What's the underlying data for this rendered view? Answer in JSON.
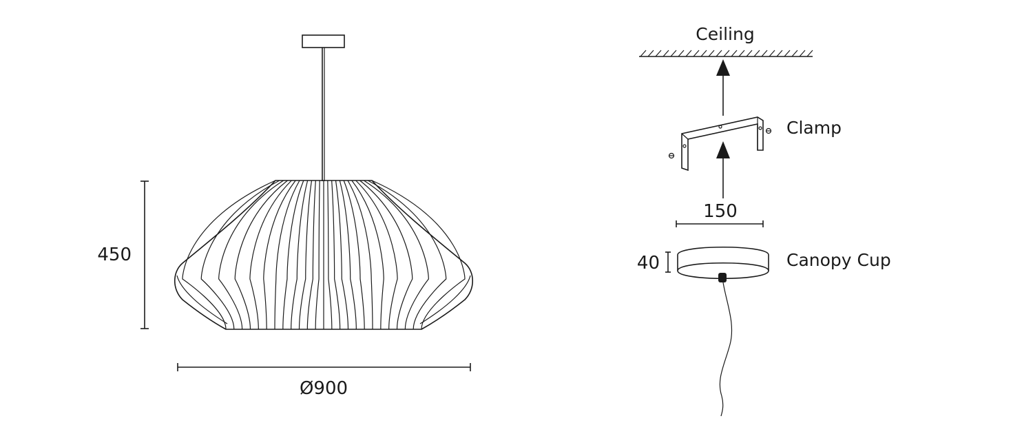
{
  "lamp": {
    "height_label": "450",
    "diameter_label": "Ø900"
  },
  "mounting": {
    "ceiling_label": "Ceiling",
    "clamp_label": "Clamp",
    "canopy_width_label": "150",
    "canopy_height_label": "40",
    "canopy_label": "Canopy Cup"
  }
}
